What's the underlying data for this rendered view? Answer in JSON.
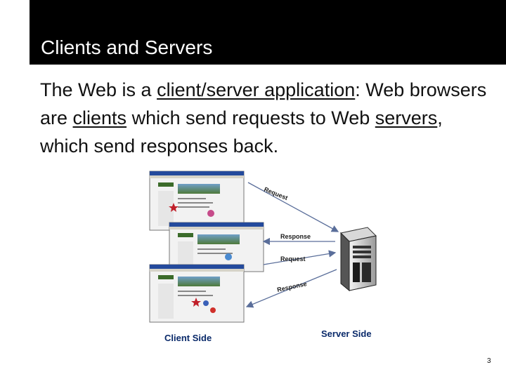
{
  "slide": {
    "title": "Clients and Servers",
    "body": {
      "t1": "The Web is a ",
      "u1": "client/server application",
      "t2": ": Web browsers are ",
      "u2": "clients",
      "t3": " which send requests to Web ",
      "u3": "servers",
      "t4": ", which send responses back."
    },
    "page_number": "3"
  },
  "diagram": {
    "arrows": {
      "request_top": "Request",
      "response_mid": "Response",
      "request_mid": "Request",
      "response_bottom": "Response"
    },
    "client_side_label": "Client Side",
    "server_side_label": "Server Side",
    "colors": {
      "arrow": "#5a6e9a",
      "label_blue": "#0a2a6a"
    },
    "icons": [
      "browser-screenshot-icon",
      "server-tower-icon"
    ]
  }
}
